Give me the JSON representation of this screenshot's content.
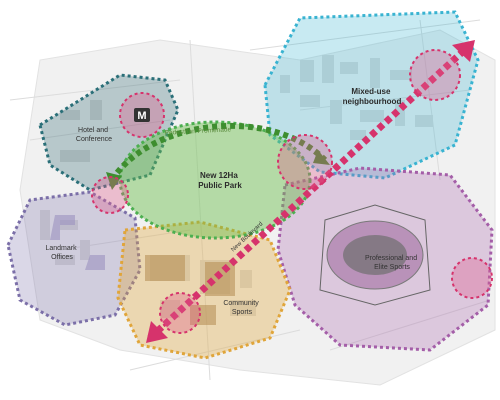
{
  "map": {
    "zones": [
      {
        "id": "hotel",
        "lines": [
          "Hotel and",
          "Conference"
        ],
        "color": "#2a6f78"
      },
      {
        "id": "mixed",
        "lines": [
          "Mixed-use",
          "neighbourhood"
        ],
        "color": "#39b3d1"
      },
      {
        "id": "park",
        "lines": [
          "New 12Ha",
          "Public Park"
        ],
        "color": "#4caf50"
      },
      {
        "id": "landmark",
        "lines": [
          "Landmark",
          "Offices"
        ],
        "color": "#7b6fa8"
      },
      {
        "id": "community",
        "lines": [
          "Community",
          "Sports"
        ],
        "color": "#e0a53a"
      },
      {
        "id": "sports",
        "lines": [
          "Professional and",
          "Elite Sports"
        ],
        "color": "#a45ea8"
      }
    ],
    "route_labels": {
      "promenade": "Pedestrian Promenade",
      "boulevard": "New Boulevard"
    },
    "metro_marker": "M",
    "colors": {
      "axis": "#d6336c",
      "node": "#d6336c",
      "promenade": "#3e8e2f"
    }
  }
}
